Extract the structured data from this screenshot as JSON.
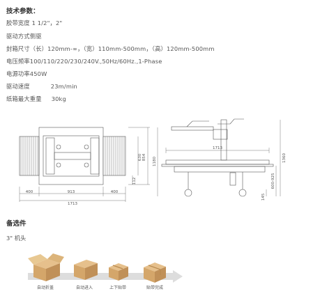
{
  "specs": {
    "heading": "技术参数：",
    "lines": [
      "胶带宽度  1  1/2\"，2\"",
      "驱动方式侧驱",
      "封箱尺寸（长）120mm-∞，（宽）110mm-500mm，（高）120mm-500mm",
      "电压频率100/110/220/230/240V.,50Hz/60Hz.,1-Phase",
      "电源功率450W"
    ],
    "speed": {
      "label": "驱动速度",
      "value": "23m/min"
    },
    "weight": {
      "label": "纸箱最大重量",
      "value": "30kg"
    }
  },
  "drawing": {
    "top_view": {
      "dim_left": "400",
      "dim_mid": "913",
      "dim_right": "400",
      "dim_total": "1713",
      "dim_h1": "630",
      "dim_h2": "854",
      "dim_h3": "112"
    },
    "side_view": {
      "dim_top": "1713",
      "dim_h_left": "1180",
      "dim_h_right": "1360",
      "dim_h_range": "600-925",
      "dim_foot": "145"
    }
  },
  "options": {
    "title": "备选件",
    "item": "3\" 机头"
  },
  "steps": [
    {
      "label": "自动折盖"
    },
    {
      "label": "自动进入"
    },
    {
      "label": "上下贴带"
    },
    {
      "label": "贴带完成"
    }
  ],
  "colors": {
    "box": "#d9b07a",
    "box_dark": "#b98a52",
    "line": "#555555",
    "arrow": "#c8c8c8"
  }
}
